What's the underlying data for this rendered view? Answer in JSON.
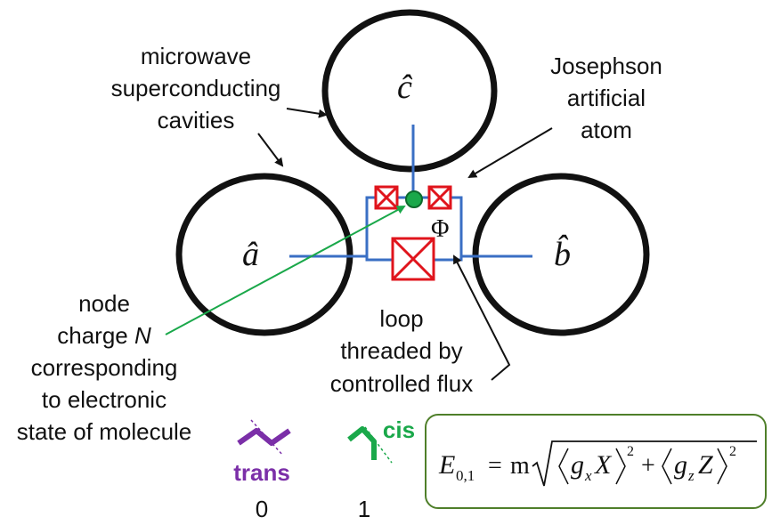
{
  "colors": {
    "cavity": "#111111",
    "wire": "#3a6fc4",
    "junction": "#e0141c",
    "node": "#1aa84a",
    "trans": "#7b2fa8",
    "cis": "#1aa84a",
    "formula_border": "#4f7f2a"
  },
  "cavities": {
    "a": "â",
    "b": "b̂",
    "c": "ĉ"
  },
  "flux_symbol": "Φ",
  "labels": {
    "cavities_label": [
      "microwave",
      "superconducting",
      "cavities"
    ],
    "atom_label": [
      "Josephson",
      "artificial",
      "atom"
    ],
    "node_label": {
      "line1": "node",
      "line2_prefix": "charge ",
      "line2_var": "N",
      "line3": "corresponding",
      "line4": "to electronic",
      "line5": "state of molecule"
    },
    "loop_label": [
      "loop",
      "threaded by",
      "controlled flux"
    ]
  },
  "molecules": {
    "trans": {
      "label": "trans",
      "state": "0"
    },
    "cis": {
      "label": "cis",
      "state": "1"
    }
  },
  "formula": {
    "E": "E",
    "E_sub": "0,1",
    "equals": "=",
    "m": "m",
    "g1": "g",
    "g1_sub": "x",
    "X": "X",
    "plus": "+",
    "g2": "g",
    "g2_sub": "z",
    "Z": "Z",
    "power": "2"
  }
}
